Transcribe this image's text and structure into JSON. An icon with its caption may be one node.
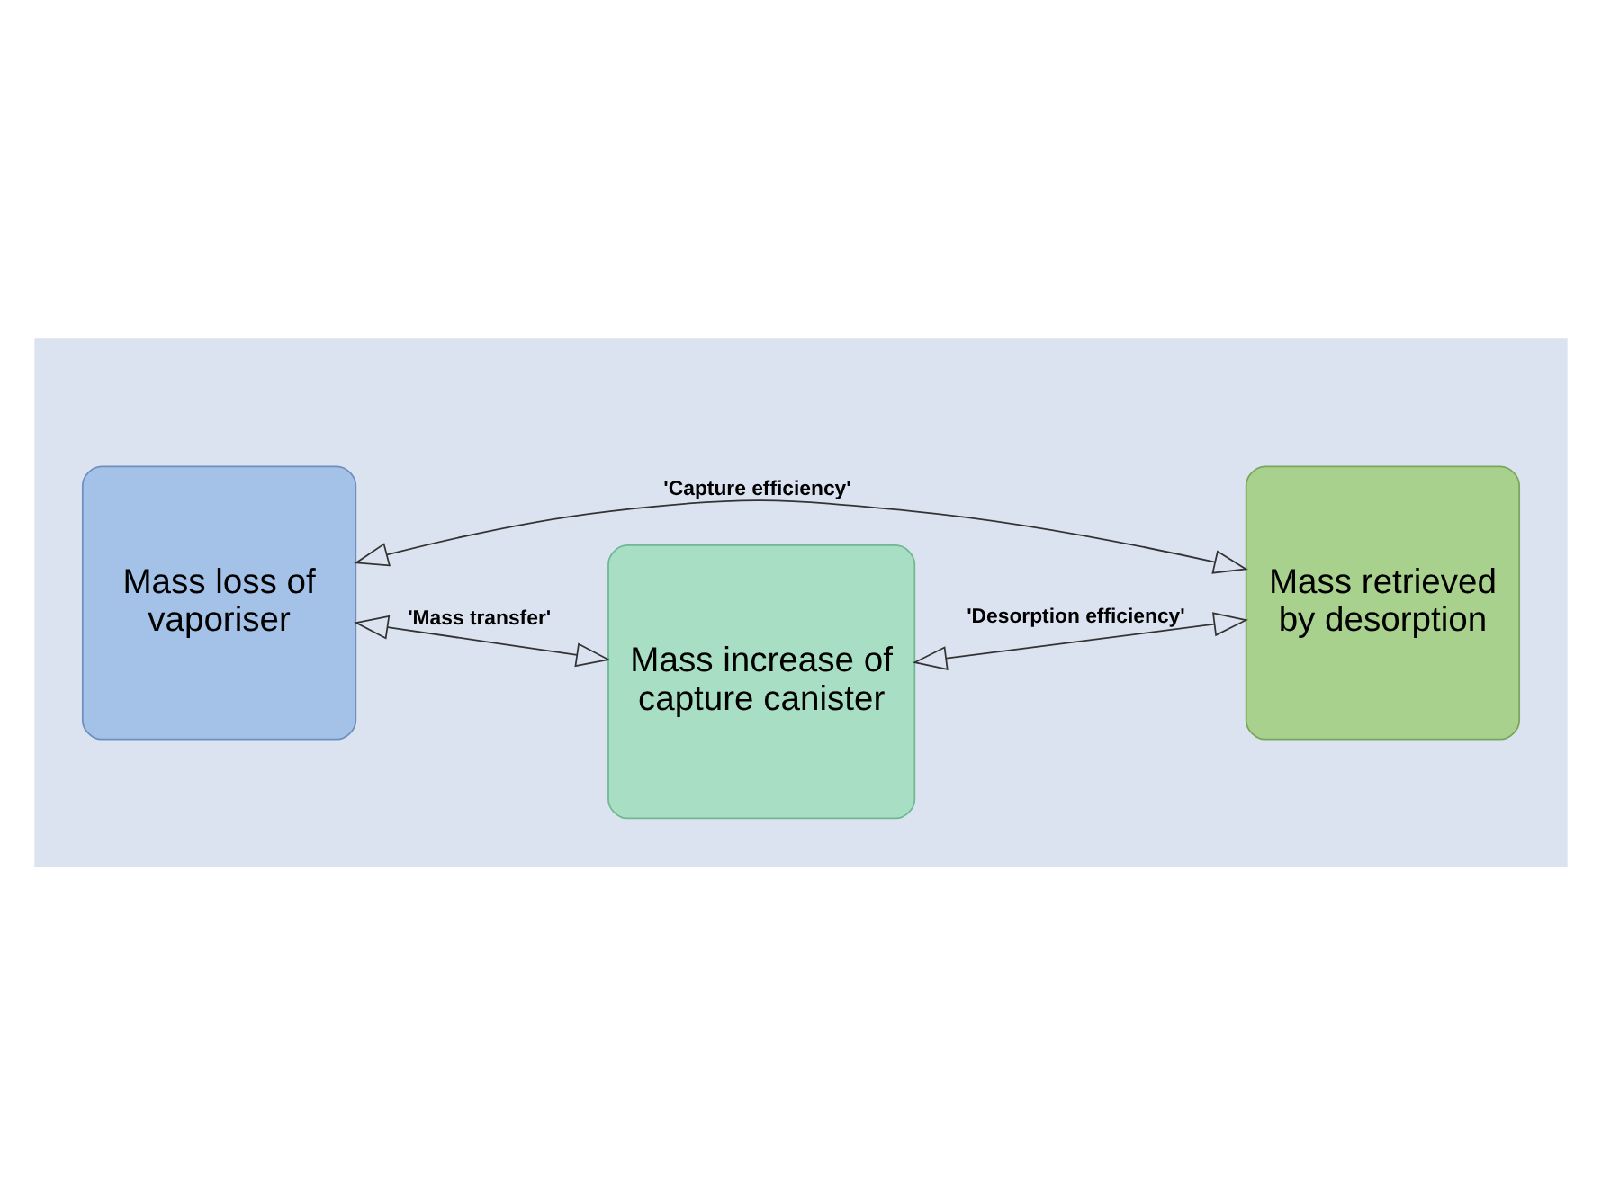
{
  "diagram": {
    "nodes": [
      {
        "text": [],
        "shape": "arrow"
      },
      {
        "text": [
          "Mass loss of vaporiser"
        ],
        "in": 0
      },
      {
        "text": [
          "Mass increase of capture canister"
        ],
        "in": 0
      },
      {
        "text": [
          "Mass retrieved by desorption"
        ],
        "in": 0
      }
    ],
    "edges": [
      {
        "from": 1,
        "to": 3,
        "arrow": "both",
        "label": "'Capture efficiency'"
      },
      {
        "from": 1,
        "to": 2,
        "arrow": "both",
        "label": "'Mass transfer'"
      },
      {
        "from": 2,
        "to": 3,
        "arrow": "both",
        "label": "'Desorption efficiency'"
      }
    ]
  }
}
